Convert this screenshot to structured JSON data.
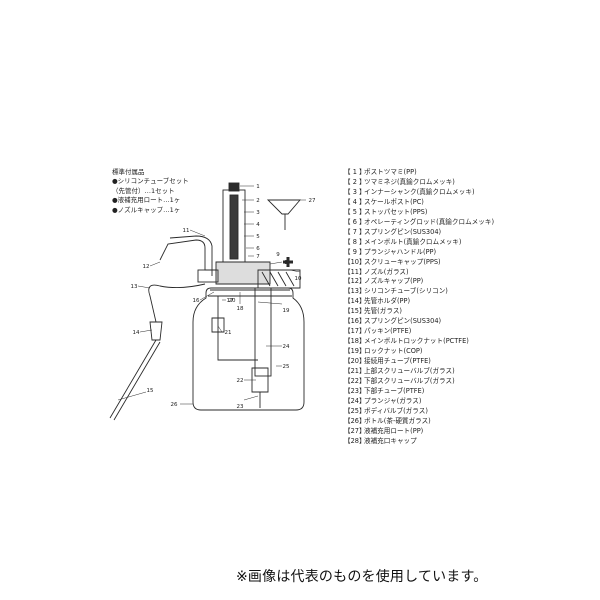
{
  "accessories": {
    "title": "標準付属品",
    "items": [
      "●シリコンチューブセット",
      "（先管付）…1セット",
      "●液補充用ロート…1ヶ",
      "●ノズルキャップ…1ヶ"
    ]
  },
  "callouts": [
    "1",
    "2",
    "3",
    "4",
    "5",
    "6",
    "7",
    "8",
    "9",
    "10",
    "11",
    "12",
    "13",
    "14",
    "15",
    "16",
    "17",
    "18",
    "19",
    "20",
    "21",
    "22",
    "23",
    "24",
    "25",
    "26",
    "27"
  ],
  "parts": [
    {
      "num": "【 1 】",
      "name": "ポストツマミ(PP)"
    },
    {
      "num": "【 2 】",
      "name": "ツマミネジ(真鍮クロムメッキ)"
    },
    {
      "num": "【 3 】",
      "name": "インナーシャンク(真鍮クロムメッキ)"
    },
    {
      "num": "【 4 】",
      "name": "スケールポスト(PC)"
    },
    {
      "num": "【 5 】",
      "name": "ストッパセット(PPS)"
    },
    {
      "num": "【 6 】",
      "name": "オペレーティングロッド(真鍮クロムメッキ)"
    },
    {
      "num": "【 7 】",
      "name": "スプリングピン(SUS304)"
    },
    {
      "num": "【 8 】",
      "name": "メインボルト(真鍮クロムメッキ)"
    },
    {
      "num": "【 9 】",
      "name": "プランジャハンドル(PP)"
    },
    {
      "num": "【10】",
      "name": "スクリューキャップ(PPS)"
    },
    {
      "num": "【11】",
      "name": "ノズル(ガラス)"
    },
    {
      "num": "【12】",
      "name": "ノズルキャップ(PP)"
    },
    {
      "num": "【13】",
      "name": "シリコンチューブ(シリコン)"
    },
    {
      "num": "【14】",
      "name": "先管ホルダ(PP)"
    },
    {
      "num": "【15】",
      "name": "先管(ガラス)"
    },
    {
      "num": "【16】",
      "name": "スプリングピン(SUS304)"
    },
    {
      "num": "【17】",
      "name": "パッキン(PTFE)"
    },
    {
      "num": "【18】",
      "name": "メインボルトロックナット(PCTFE)"
    },
    {
      "num": "【19】",
      "name": "ロックナット(COP)"
    },
    {
      "num": "【20】",
      "name": "接続用チューブ(PTFE)"
    },
    {
      "num": "【21】",
      "name": "上部スクリューバルブ(ガラス)"
    },
    {
      "num": "【22】",
      "name": "下部スクリューバルブ(ガラス)"
    },
    {
      "num": "【23】",
      "name": "下部チューブ(PTFE)"
    },
    {
      "num": "【24】",
      "name": "プランジャ(ガラス)"
    },
    {
      "num": "【25】",
      "name": "ボディバルブ(ガラス)"
    },
    {
      "num": "【26】",
      "name": "ボトル(茶-硬質ガラス)"
    },
    {
      "num": "【27】",
      "name": "液補充用ロート(PP)"
    },
    {
      "num": "【28】",
      "name": "液補充口キャップ"
    }
  ],
  "disclaimer": "※画像は代表のものを使用しています。",
  "colors": {
    "line": "#2a2a2a",
    "text": "#222222",
    "background": "#ffffff"
  }
}
